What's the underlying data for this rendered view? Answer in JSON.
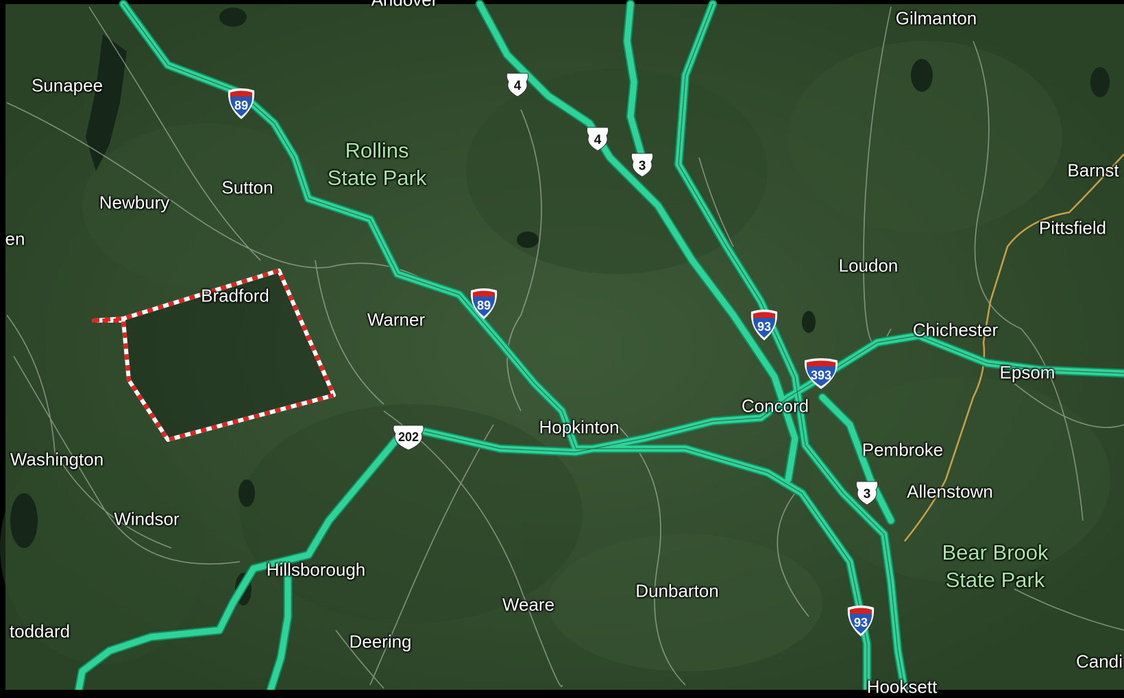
{
  "map": {
    "towns": [
      {
        "id": "sunapee",
        "name": "Sunapee"
      },
      {
        "id": "newbury",
        "name": "Newbury"
      },
      {
        "id": "sutton",
        "name": "Sutton"
      },
      {
        "id": "bradford",
        "name": "Bradford"
      },
      {
        "id": "warner",
        "name": "Warner"
      },
      {
        "id": "washington",
        "name": "Washington"
      },
      {
        "id": "windsor",
        "name": "Windsor"
      },
      {
        "id": "hillsborough",
        "name": "Hillsborough"
      },
      {
        "id": "stoddard",
        "name": "toddard"
      },
      {
        "id": "deering",
        "name": "Deering"
      },
      {
        "id": "weare",
        "name": "Weare"
      },
      {
        "id": "dunbarton",
        "name": "Dunbarton"
      },
      {
        "id": "hopkinton",
        "name": "Hopkinton"
      },
      {
        "id": "concord",
        "name": "Concord"
      },
      {
        "id": "pembroke",
        "name": "Pembroke"
      },
      {
        "id": "allenstown",
        "name": "Allenstown"
      },
      {
        "id": "loudon",
        "name": "Loudon"
      },
      {
        "id": "chichester",
        "name": "Chichester"
      },
      {
        "id": "epsom",
        "name": "Epsom"
      },
      {
        "id": "pittsfield",
        "name": "Pittsfield"
      },
      {
        "id": "barnstead",
        "name": "Barnst"
      },
      {
        "id": "gilmanton",
        "name": "Gilmanton"
      },
      {
        "id": "candia",
        "name": "Candi"
      },
      {
        "id": "hooksett",
        "name": "Hooksett"
      },
      {
        "id": "andover",
        "name": "Andover"
      },
      {
        "id": "left-edge",
        "name": "en"
      }
    ],
    "parks": [
      {
        "id": "rollins",
        "line1": "Rollins",
        "line2": "State Park"
      },
      {
        "id": "bear-brook",
        "line1": "Bear Brook",
        "line2": "State Park"
      }
    ],
    "shields": {
      "i89_a": "89",
      "i89_b": "89",
      "i93_a": "93",
      "i93_b": "93",
      "i393": "393",
      "us4_a": "4",
      "us4_b": "4",
      "us3_a": "3",
      "us3_b": "3",
      "us202": "202"
    },
    "colors": {
      "highway": "#2ed39a",
      "highway_edge": "#148a5e",
      "local_road": "#b9c2b5",
      "boundary": "#e32222",
      "land": "#2f4a2c",
      "park_label": "#a8e6a8",
      "secondary_road": "#c9a04a"
    }
  }
}
